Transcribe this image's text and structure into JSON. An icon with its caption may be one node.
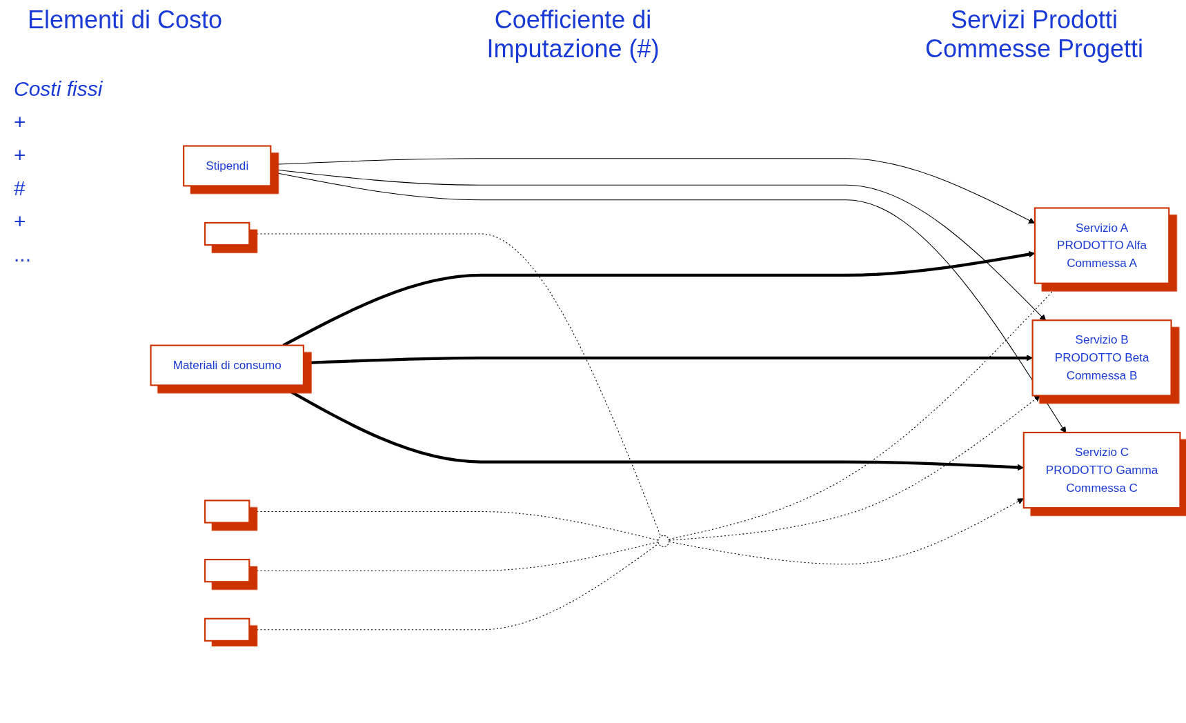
{
  "diagram": {
    "nodes": [
      {
        "text": [
          "Stipendi"
        ]
      },
      {
        "text": [
          "Materiali di consumo"
        ]
      },
      {
        "text": [],
        "shape": "box"
      },
      {
        "text": [],
        "shape": "box"
      },
      {
        "text": [],
        "shape": "box"
      },
      {
        "text": [],
        "shape": "box"
      },
      {
        "text": [],
        "shape": "circle"
      },
      {
        "text": [
          "Servizio A",
          "PRODOTTO Alfa",
          "Commessa A"
        ]
      },
      {
        "text": [
          "Servizio B",
          "PRODOTTO Beta",
          "Commessa B"
        ]
      },
      {
        "text": [
          "Servizio C",
          "PRODOTTO Gamma",
          "Commessa C"
        ]
      }
    ],
    "edges": [
      {
        "from": 0,
        "to": 7,
        "arrow": "to"
      },
      {
        "from": 0,
        "to": 8,
        "arrow": "to"
      },
      {
        "from": 0,
        "to": 9,
        "arrow": "to"
      },
      {
        "from": 1,
        "to": 7,
        "arrow": "to",
        "style": "thick"
      },
      {
        "from": 1,
        "to": 8,
        "arrow": "to",
        "style": "thick"
      },
      {
        "from": 1,
        "to": 9,
        "arrow": "to",
        "style": "thick"
      },
      {
        "from": 2,
        "to": 6,
        "arrow": "none",
        "style": "dashed"
      },
      {
        "from": 3,
        "to": 6,
        "arrow": "none",
        "style": "dashed"
      },
      {
        "from": 4,
        "to": 6,
        "arrow": "none",
        "style": "dashed"
      },
      {
        "from": 5,
        "to": 6,
        "arrow": "none",
        "style": "dashed"
      },
      {
        "from": 6,
        "to": 7,
        "arrow": "to",
        "style": "dashed"
      },
      {
        "from": 6,
        "to": 8,
        "arrow": "to",
        "style": "dashed"
      },
      {
        "from": 6,
        "to": 9,
        "arrow": "to",
        "style": "dashed"
      }
    ],
    "labels": [
      "Servizi Prodotti Commesse Progetti",
      "Coefficiente di Imputazione (#)",
      "Elementi di Costo",
      "Costi fissi",
      "+",
      "+",
      "#",
      "+",
      "..."
    ]
  }
}
